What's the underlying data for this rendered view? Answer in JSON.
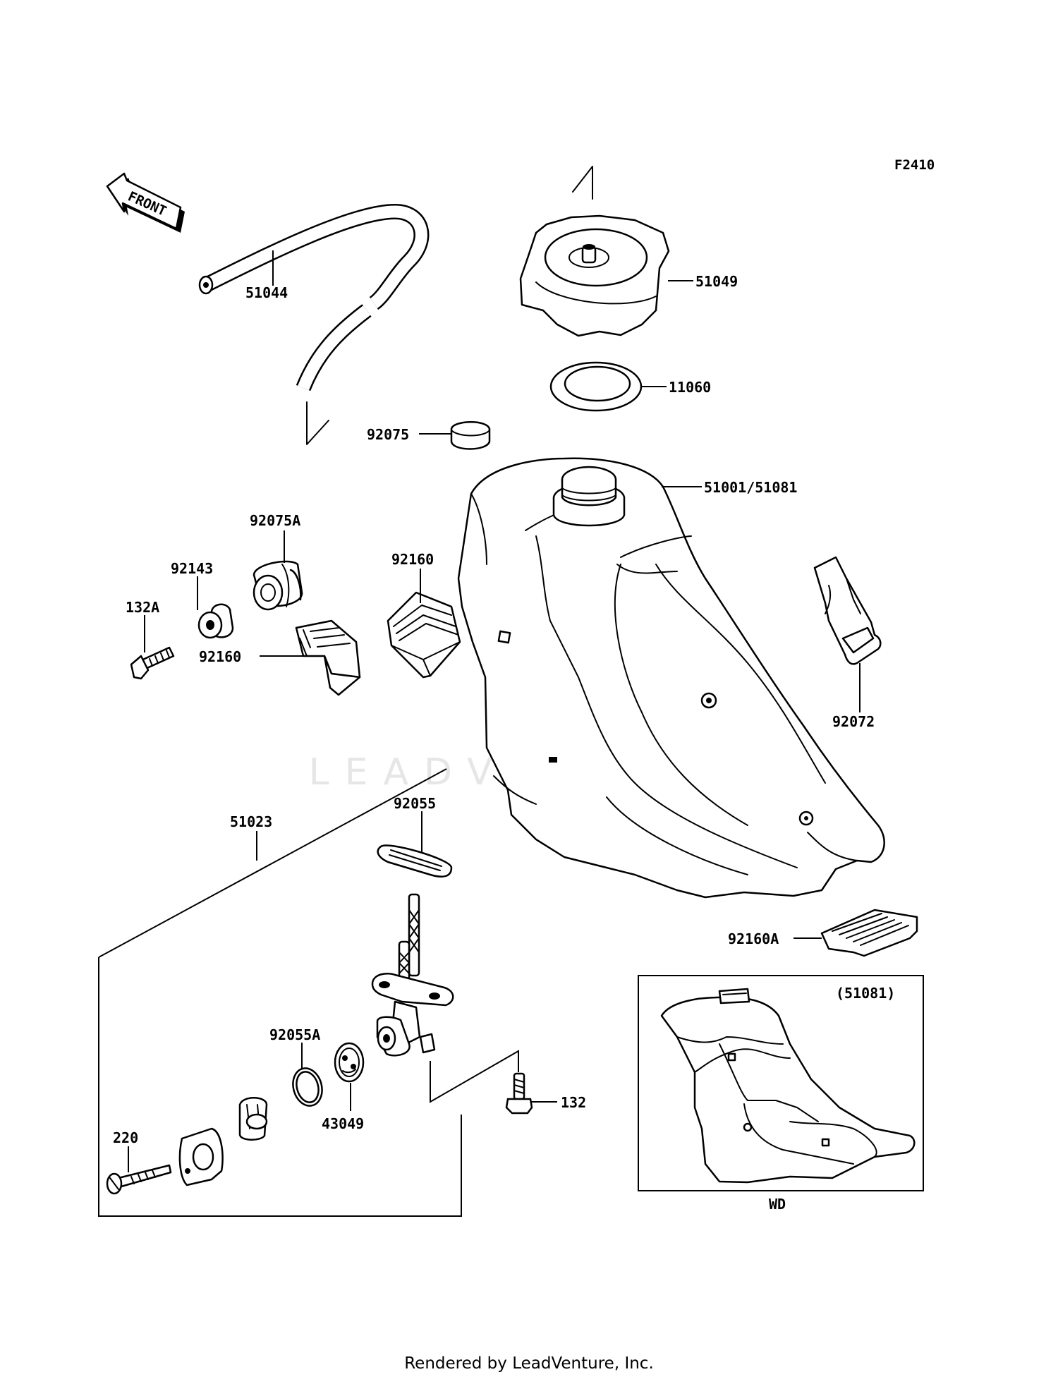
{
  "diagram": {
    "code": "F2410",
    "front_label": "FRONT",
    "watermark": "LEADVENTURE",
    "parts": {
      "p51044": "51044",
      "p51049": "51049",
      "p11060": "11060",
      "p92075": "92075",
      "p51001": "51001/51081",
      "p92075A": "92075A",
      "p92143": "92143",
      "p132A": "132A",
      "p92160_upper": "92160",
      "p92160_lower": "92160",
      "p92072": "92072",
      "p51023": "51023",
      "p92055": "92055",
      "p92160A": "92160A",
      "p92055A": "92055A",
      "p43049": "43049",
      "p132": "132",
      "p220": "220"
    },
    "inset": {
      "part": "(51081)",
      "label": "WD"
    }
  },
  "footer": "Rendered by LeadVenture, Inc."
}
